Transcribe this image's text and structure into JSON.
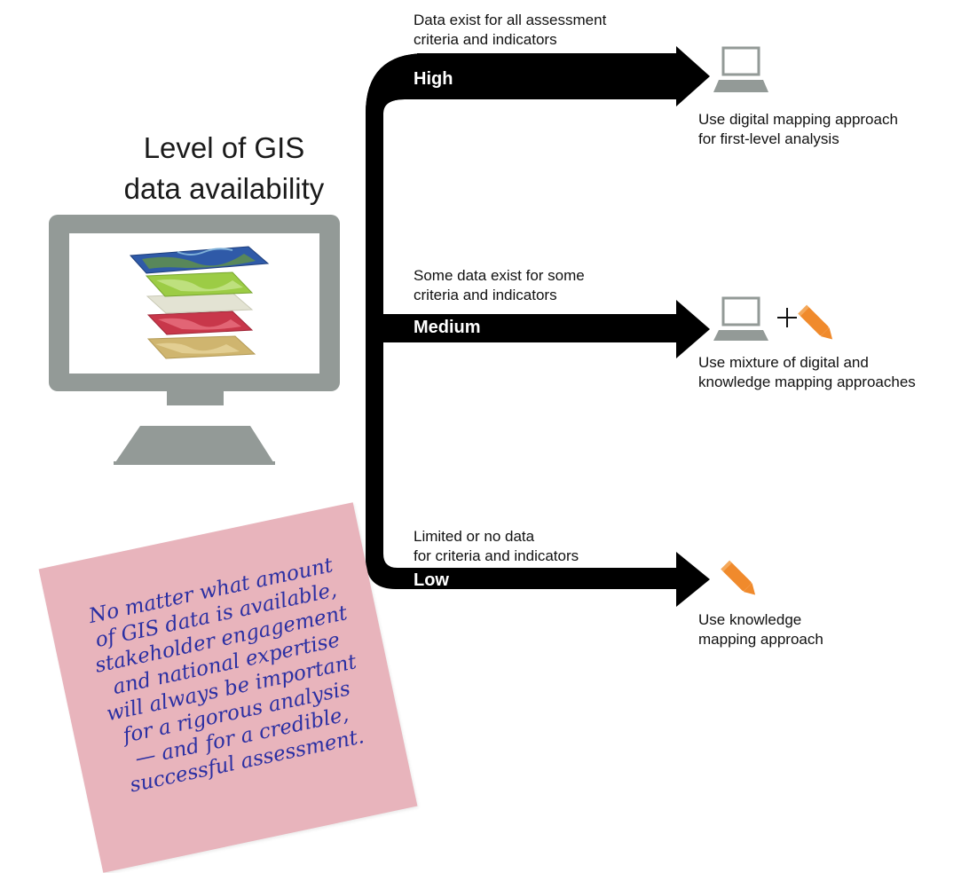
{
  "title": {
    "line1": "Level of GIS",
    "line2": "data availability"
  },
  "branches": [
    {
      "level": "High",
      "condition_line1": "Data exist for all assessment",
      "condition_line2": "criteria and indicators",
      "approach_line1": "Use digital mapping approach",
      "approach_line2": "for first-level analysis",
      "icons": [
        "laptop-icon"
      ]
    },
    {
      "level": "Medium",
      "condition_line1": "Some data exist for some",
      "condition_line2": "criteria and indicators",
      "approach_line1": "Use mixture of digital and",
      "approach_line2": "knowledge mapping approaches",
      "icons": [
        "laptop-icon",
        "plus-icon",
        "pencil-icon"
      ],
      "plus_symbol": "+"
    },
    {
      "level": "Low",
      "condition_line1": "Limited or no data",
      "condition_line2": "for criteria and indicators",
      "approach_line1": "Use knowledge",
      "approach_line2": "mapping approach",
      "icons": [
        "pencil-icon"
      ]
    }
  ],
  "note": {
    "lines": [
      "No matter what amount",
      "of GIS data is available,",
      "stakeholder engagement",
      "and national expertise",
      "will always be important",
      "for a rigorous analysis",
      "— and for a credible,",
      "successful assessment."
    ]
  },
  "colors": {
    "arrow": "#000000",
    "monitor": "#939a97",
    "pencil": "#f08a2c",
    "note_bg": "#e8b4bc",
    "note_text": "#2a2fa3",
    "layer_blue": "#2f5aa8",
    "layer_green": "#9ccc45",
    "layer_grey": "#d9d9c6",
    "layer_red": "#c8374a",
    "layer_tan": "#cfb56f"
  }
}
